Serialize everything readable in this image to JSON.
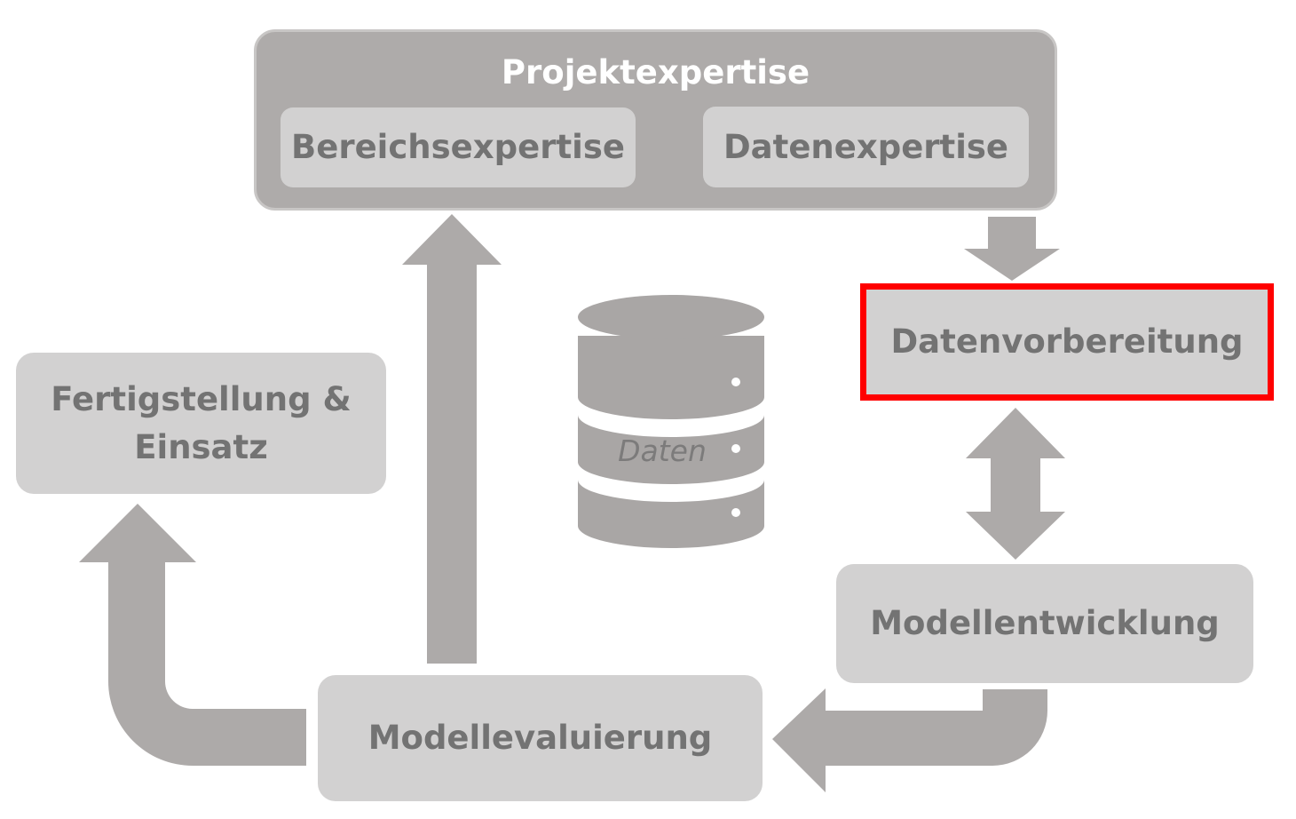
{
  "projekt": {
    "title": "Projektexpertise",
    "bereich": "Bereichsexpertise",
    "daten": "Datenexpertise"
  },
  "steps": {
    "datenvorbereitung": "Datenvorbereitung",
    "modellentwicklung": "Modellentwicklung",
    "modellevaluierung": "Modellevaluierung",
    "fertigstellung_line1": "Fertigstellung &",
    "fertigstellung_line2": "Einsatz"
  },
  "database": {
    "label": "Daten"
  },
  "colors": {
    "panel": "#aeabaa",
    "box": "#d2d1d1",
    "arrow": "#adaaa9",
    "text": "#737373",
    "highlight": "#ff0000"
  }
}
